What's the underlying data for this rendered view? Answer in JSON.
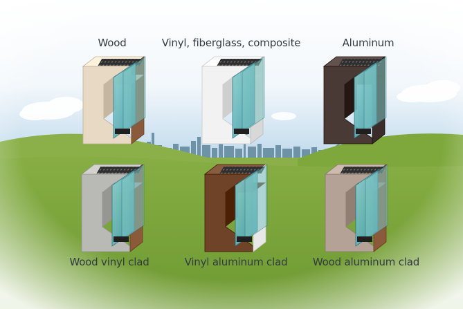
{
  "labels": {
    "wood": "Wood",
    "vinyl": "Vinyl, fiberglass, composite",
    "aluminum": "Aluminum",
    "wood_vinyl_clad": "Wood vinyl clad",
    "vinyl_aluminum_clad": "Vinyl aluminum clad",
    "wood_aluminum_clad": "Wood aluminum clad"
  },
  "colors": {
    "sky_top": "#ffffff",
    "sky_bottom": "#a9cbe6",
    "hill": "#7ea83c",
    "hill_dark": "#5e8a2a",
    "skyline": "#6b8fa3",
    "glass": "#3d97a8",
    "glass_light": "#7fc6c4",
    "wood": "#e7d9c4",
    "wood_dark": "#8a5a3a",
    "vinyl": "#f2f2f2",
    "aluminum": "#4a3a35",
    "wood_vinyl_clad": "#b9bab6",
    "vinyl_aluminum_clad": "#6e4328",
    "wood_aluminum_clad": "#b3a295"
  }
}
